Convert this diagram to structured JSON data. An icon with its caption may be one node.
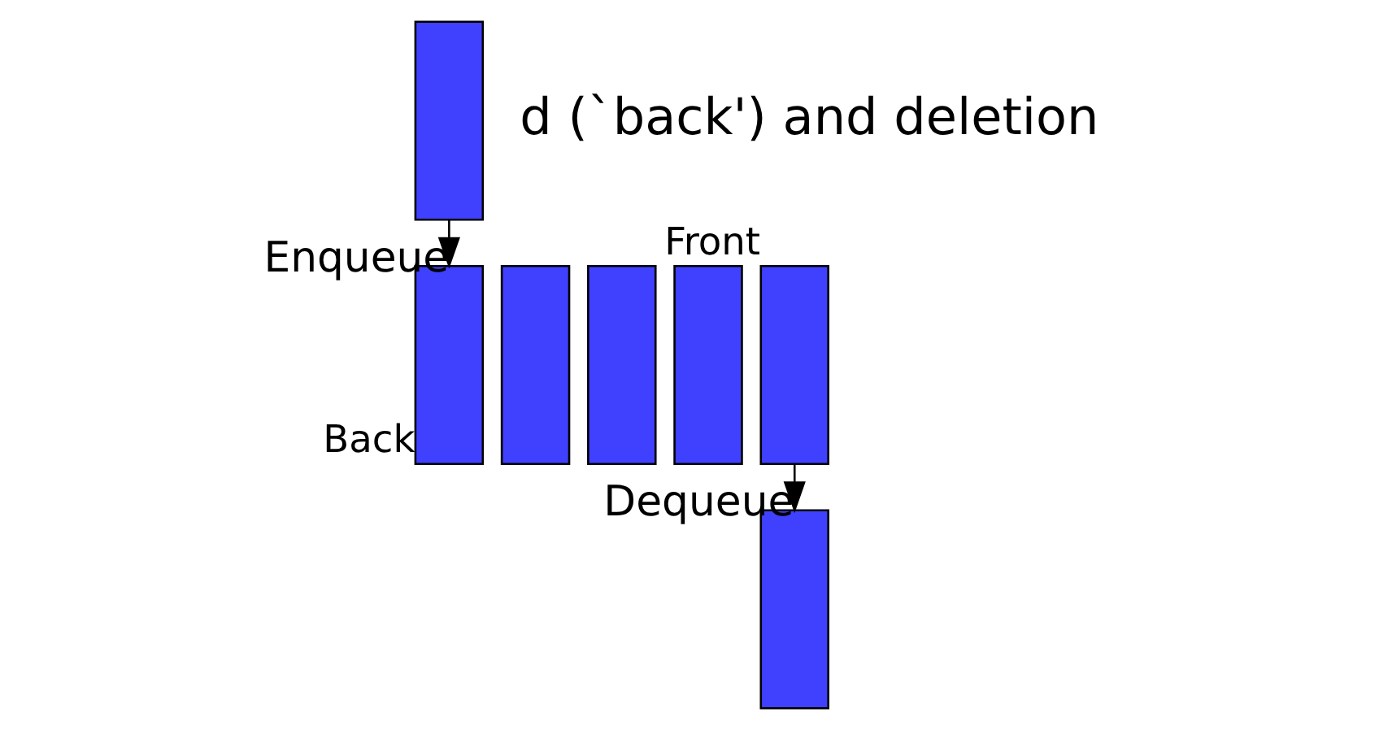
{
  "diagram": {
    "nodes": [
      {
        "text": [],
        "shape": "bar"
      },
      {
        "text": [],
        "shape": "bar",
        "beside": [
          "Back"
        ]
      },
      {
        "text": [],
        "shape": "bar"
      },
      {
        "text": [],
        "shape": "bar"
      },
      {
        "text": [],
        "shape": "bar"
      },
      {
        "text": [],
        "shape": "bar",
        "beside": [
          "Front"
        ]
      },
      {
        "text": [],
        "shape": "bar"
      }
    ],
    "edges": [
      {
        "from": 0,
        "to": 1,
        "arrow": "to",
        "label": "Enqueue"
      },
      {
        "from": 5,
        "to": 6,
        "arrow": "to",
        "label": "Dequeue"
      }
    ],
    "labels": [
      "d (`back') and deletion"
    ]
  }
}
